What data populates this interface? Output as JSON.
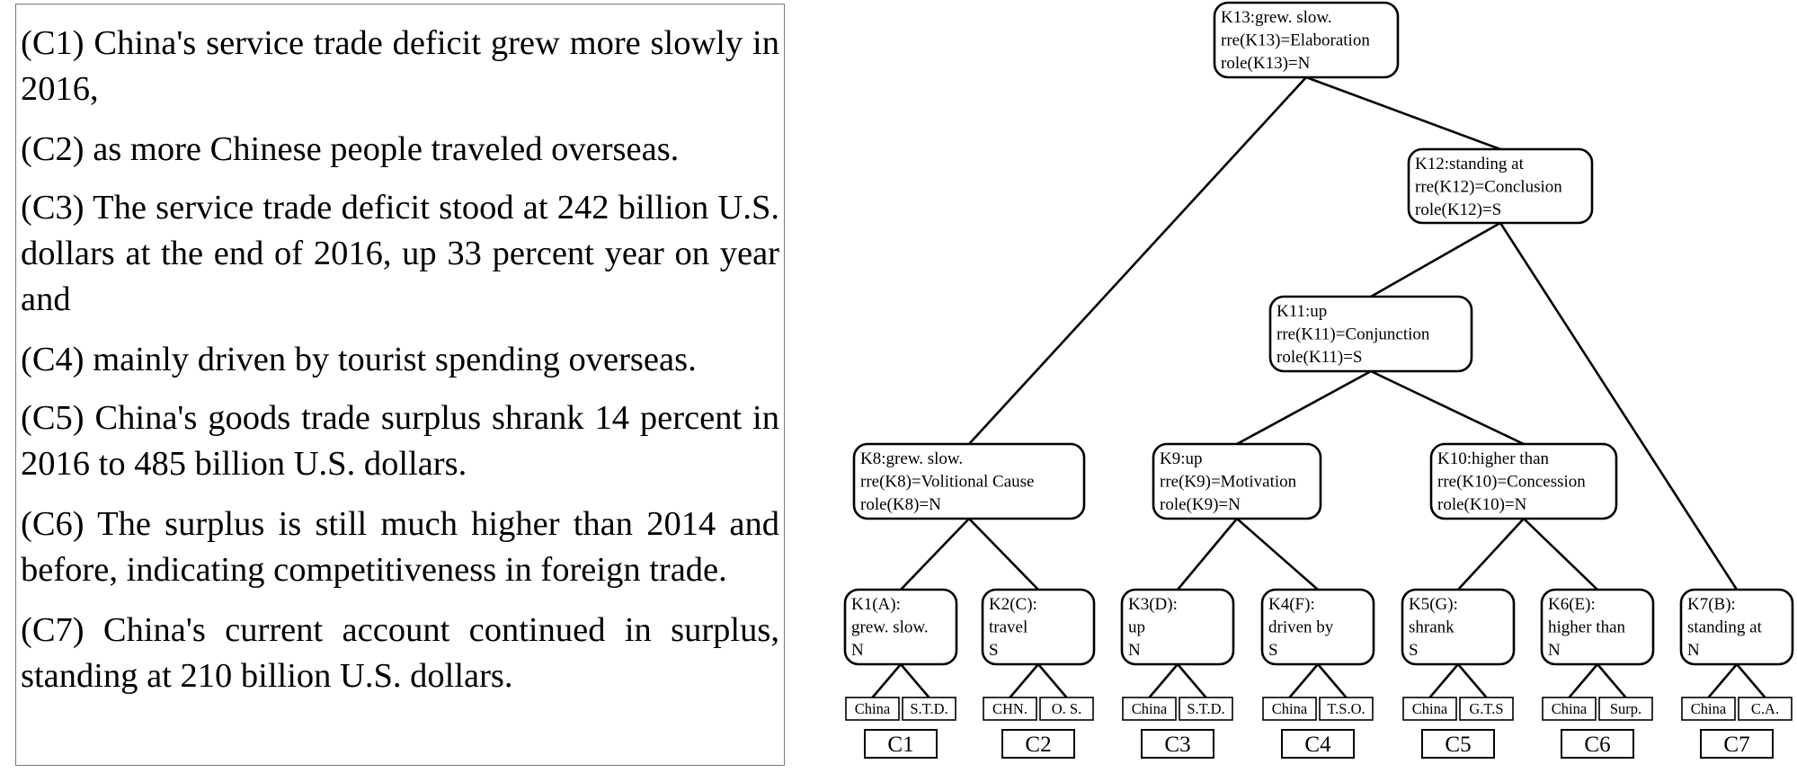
{
  "clauses": [
    "(C1) China's service trade deficit grew more slowly in 2016,",
    "(C2) as more Chinese people traveled overseas.",
    "(C3) The service trade deficit stood at 242 billion U.S. dollars at the end of 2016, up 33 percent year on year and",
    "(C4) mainly driven by tourist spending overseas.",
    "(C5) China's goods trade surplus shrank 14 percent in 2016 to 485 billion U.S. dollars.",
    "(C6) The surplus is still much higher than 2014 and before, indicating competitiveness in foreign trade.",
    "(C7) China's current account continued in surplus, standing at 210 billion U.S. dollars."
  ],
  "tree": {
    "nodes": [
      {
        "id": "K13",
        "lines": [
          "K13:grew. slow.",
          "rre(K13)=Elaboration",
          "role(K13)=N"
        ]
      },
      {
        "id": "K12",
        "lines": [
          "K12:standing at",
          "rre(K12)=Conclusion",
          "role(K12)=S"
        ]
      },
      {
        "id": "K11",
        "lines": [
          "K11:up",
          "rre(K11)=Conjunction",
          "role(K11)=S"
        ]
      },
      {
        "id": "K8",
        "lines": [
          "K8:grew. slow.",
          "rre(K8)=Volitional Cause",
          "role(K8)=N"
        ]
      },
      {
        "id": "K9",
        "lines": [
          "K9:up",
          "rre(K9)=Motivation",
          "role(K9)=N"
        ]
      },
      {
        "id": "K10",
        "lines": [
          "K10:higher than",
          "rre(K10)=Concession",
          "role(K10)=N"
        ]
      },
      {
        "id": "K1",
        "lines": [
          "K1(A):",
          "grew. slow.",
          "N"
        ]
      },
      {
        "id": "K2",
        "lines": [
          "K2(C):",
          "travel",
          "S"
        ]
      },
      {
        "id": "K3",
        "lines": [
          "K3(D):",
          "up",
          "N"
        ]
      },
      {
        "id": "K4",
        "lines": [
          "K4(F):",
          "driven by",
          "S"
        ]
      },
      {
        "id": "K5",
        "lines": [
          "K5(G):",
          "shrank",
          "S"
        ]
      },
      {
        "id": "K6",
        "lines": [
          "K6(E):",
          "higher than",
          "N"
        ]
      },
      {
        "id": "K7",
        "lines": [
          "K7(B):",
          "standing at",
          "N"
        ]
      }
    ],
    "edges": [
      [
        "K13",
        "K8"
      ],
      [
        "K13",
        "K12"
      ],
      [
        "K12",
        "K11"
      ],
      [
        "K12",
        "K7"
      ],
      [
        "K11",
        "K9"
      ],
      [
        "K11",
        "K10"
      ],
      [
        "K8",
        "K1"
      ],
      [
        "K8",
        "K2"
      ],
      [
        "K9",
        "K3"
      ],
      [
        "K9",
        "K4"
      ],
      [
        "K10",
        "K5"
      ],
      [
        "K10",
        "K6"
      ]
    ],
    "arguments": [
      {
        "node": "K1",
        "left": "China",
        "right": "S.T.D."
      },
      {
        "node": "K2",
        "left": "CHN.",
        "right": "O. S."
      },
      {
        "node": "K3",
        "left": "China",
        "right": "S.T.D."
      },
      {
        "node": "K4",
        "left": "China",
        "right": "T.S.O."
      },
      {
        "node": "K5",
        "left": "China",
        "right": "G.T.S"
      },
      {
        "node": "K6",
        "left": "China",
        "right": "Surp."
      },
      {
        "node": "K7",
        "left": "China",
        "right": "C.A."
      }
    ],
    "segments": [
      {
        "node": "K1",
        "label": "C1"
      },
      {
        "node": "K2",
        "label": "C2"
      },
      {
        "node": "K3",
        "label": "C3"
      },
      {
        "node": "K4",
        "label": "C4"
      },
      {
        "node": "K5",
        "label": "C5"
      },
      {
        "node": "K6",
        "label": "C6"
      },
      {
        "node": "K7",
        "label": "C7"
      }
    ]
  }
}
